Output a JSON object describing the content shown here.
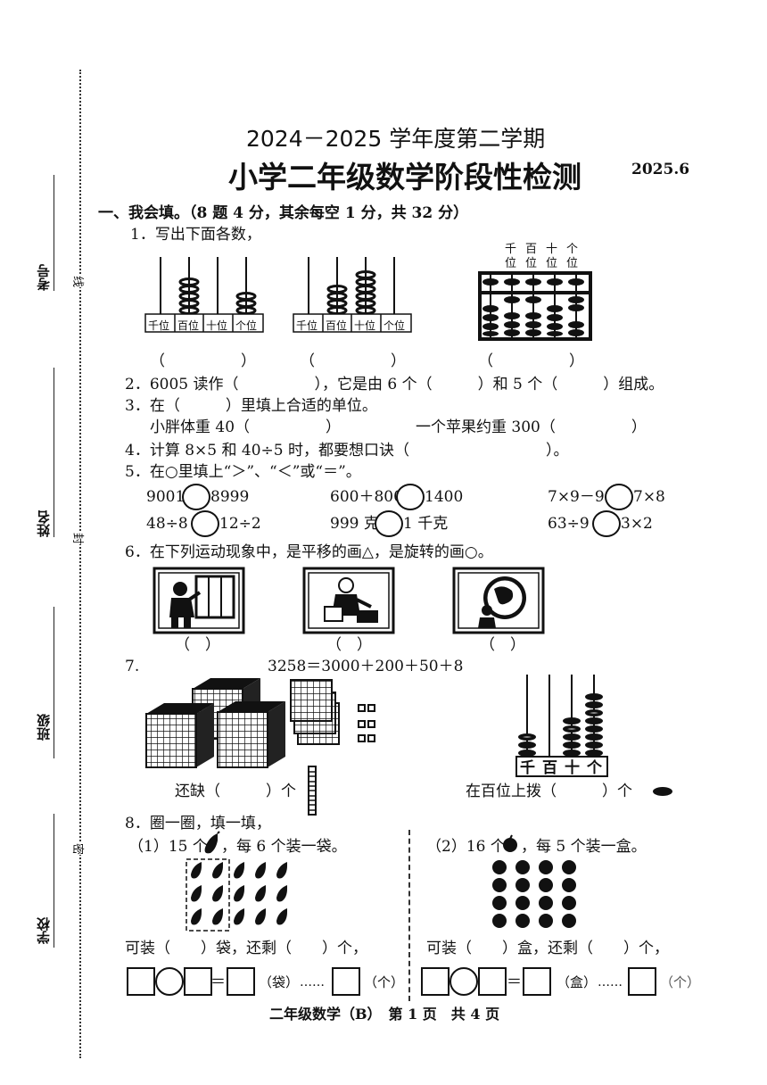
{
  "header": {
    "year_term": "2024－2025 学年度第二学期",
    "title": "小学二年级数学阶段性检测",
    "date": "2025.6"
  },
  "margin": {
    "labels": [
      "考号",
      "姓名",
      "班级",
      "学校"
    ],
    "seal": [
      "线",
      "封",
      "密"
    ]
  },
  "section1": {
    "heading": "一、我会填。（8 题 4 分，其余每空 1 分，共 32 分）",
    "q1": {
      "text": "1．写出下面各数，",
      "abacus_labels": [
        "千位",
        "百位",
        "十位",
        "个位"
      ],
      "place_labels": [
        "千",
        "百",
        "十",
        "个"
      ],
      "place_suffix": "位",
      "answer": "（　　　　　）"
    },
    "q2": "2．6005 读作（　　　　　），它是由 6 个（　　　）和 5 个（　　　）组成。",
    "q3": {
      "text": "3．在（　　　）里填上合适的单位。",
      "a": "小胖体重 40（　　　　　）",
      "b": "一个苹果约重 300（　　　　　）"
    },
    "q4": "4．计算 8×5 和 40÷5 时，都要想口诀（　　　　　　　　　）。",
    "q5": {
      "text": "5．在○里填上“＞”、“＜”或“＝”。",
      "items": [
        {
          "l": "9001",
          "r": "8999"
        },
        {
          "l": "600＋800",
          "r": "1400"
        },
        {
          "l": "7×9－9",
          "r": "7×8"
        },
        {
          "l": "48÷8",
          "r": "12÷2"
        },
        {
          "l": "999 克",
          "r": "1 千克"
        },
        {
          "l": "63÷9",
          "r": "3×2"
        }
      ]
    },
    "q6": {
      "text": "6．在下列运动现象中，是平移的画△，是旋转的画○。",
      "answer": "（　）"
    },
    "q7": {
      "num": "7.",
      "equation": "3258＝3000＋200＋50＋8",
      "lack": "还缺（　　　）个",
      "dial": "在百位上拨（　　　）个",
      "places": [
        "千",
        "百",
        "十",
        "个"
      ]
    },
    "q8": {
      "text": "8．圈一圈，填一填，",
      "p1": "（1）15 个",
      "p1b": "，每 6 个装一袋。",
      "p2": "（2）16 个",
      "p2b": "，每 5 个装一盒。",
      "fill1": "可装（　　）袋，还剩（　　）个，",
      "fill2": "可装（　　）盒，还剩（　　）个，",
      "eq_eq": "＝",
      "unit1": "（袋）",
      "unit1b": "（个）",
      "unit2": "（盒）",
      "unit2b": "（个）",
      "dots": "……"
    }
  },
  "footer": "二年级数学（B）　第 1 页　共 4 页"
}
